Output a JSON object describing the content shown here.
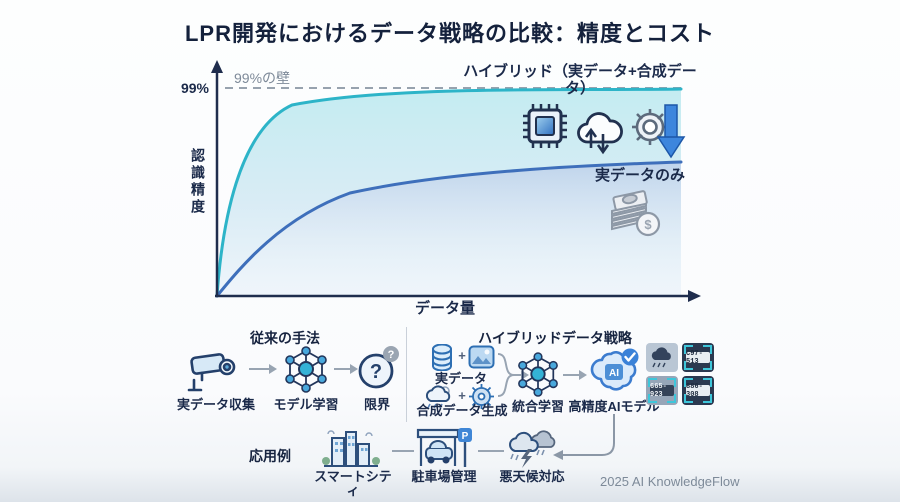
{
  "title": "LPR開発におけるデータ戦略の比較：精度とコスト",
  "accent_colors": {
    "hybrid_curve": "#2db4c8",
    "real_curve": "#3e6fbb",
    "navy_text": "#16233f",
    "gray_line": "#98a4b2",
    "check_blue": "#3b82d8"
  },
  "chart": {
    "y_axis_label": "認識精度",
    "x_axis_label": "データ量",
    "y_tick_99": "99%",
    "wall_label": "99%の壁",
    "hybrid_label": "ハイブリッド（実データ+合成データ）",
    "real_only_label": "実データのみ"
  },
  "chart_data": {
    "type": "line",
    "title": "LPR開発におけるデータ戦略の比較：精度とコスト",
    "xlabel": "データ量",
    "ylabel": "認識精度",
    "ylim": [
      0,
      100
    ],
    "threshold": {
      "value": 99,
      "label": "99%の壁",
      "style": "dashed"
    },
    "x": [
      0,
      1,
      2,
      3,
      4,
      5,
      6,
      7,
      8,
      9,
      10
    ],
    "series": [
      {
        "name": "ハイブリッド（実データ+合成データ）",
        "color": "#2db4c8",
        "values": [
          0,
          55,
          75,
          85,
          91,
          94.5,
          96.5,
          97.5,
          98,
          98.4,
          98.7
        ]
      },
      {
        "name": "実データのみ",
        "color": "#3e6fbb",
        "values": [
          0,
          22,
          38,
          49,
          57,
          63,
          67,
          70.5,
          73,
          75,
          76.5
        ]
      }
    ],
    "legend_position": "inline-annotations",
    "grid": false
  },
  "flow": {
    "conventional": {
      "header": "従来の手法",
      "steps": [
        {
          "label": "実データ収集",
          "icon": "cctv-camera-icon"
        },
        {
          "label": "モデル学習",
          "icon": "network-icon"
        },
        {
          "label": "限界",
          "icon": "question-icon"
        }
      ]
    },
    "hybrid": {
      "header": "ハイブリッドデータ戦略",
      "plus": "+",
      "input_real": {
        "label": "実データ",
        "icons": [
          "database-icon",
          "image-icon"
        ]
      },
      "input_synth": {
        "label": "合成データ生成",
        "icons": [
          "weather-icon",
          "gear-synth-icon"
        ]
      },
      "train": {
        "label": "統合学習",
        "icon": "network-icon"
      },
      "model": {
        "label": "高精度AIモデル",
        "icon": "ai-brain-icon",
        "ai_text": "AI"
      },
      "result_tiles": {
        "weather_tile": "storm-detection-tile",
        "plate1": "C97-513",
        "plate2": "665-923",
        "plate3": "886-308"
      }
    },
    "applications": {
      "header": "応用例",
      "items": [
        {
          "label": "スマートシティ",
          "icon": "city-icon"
        },
        {
          "label": "駐車場管理",
          "icon": "parking-icon",
          "sign": "P"
        },
        {
          "label": "悪天候対応",
          "icon": "storm-icon"
        }
      ]
    }
  },
  "glyphs": {
    "question_mark": "?",
    "dollar": "$"
  },
  "footer": {
    "credit": "2025 AI KnowledgeFlow"
  }
}
